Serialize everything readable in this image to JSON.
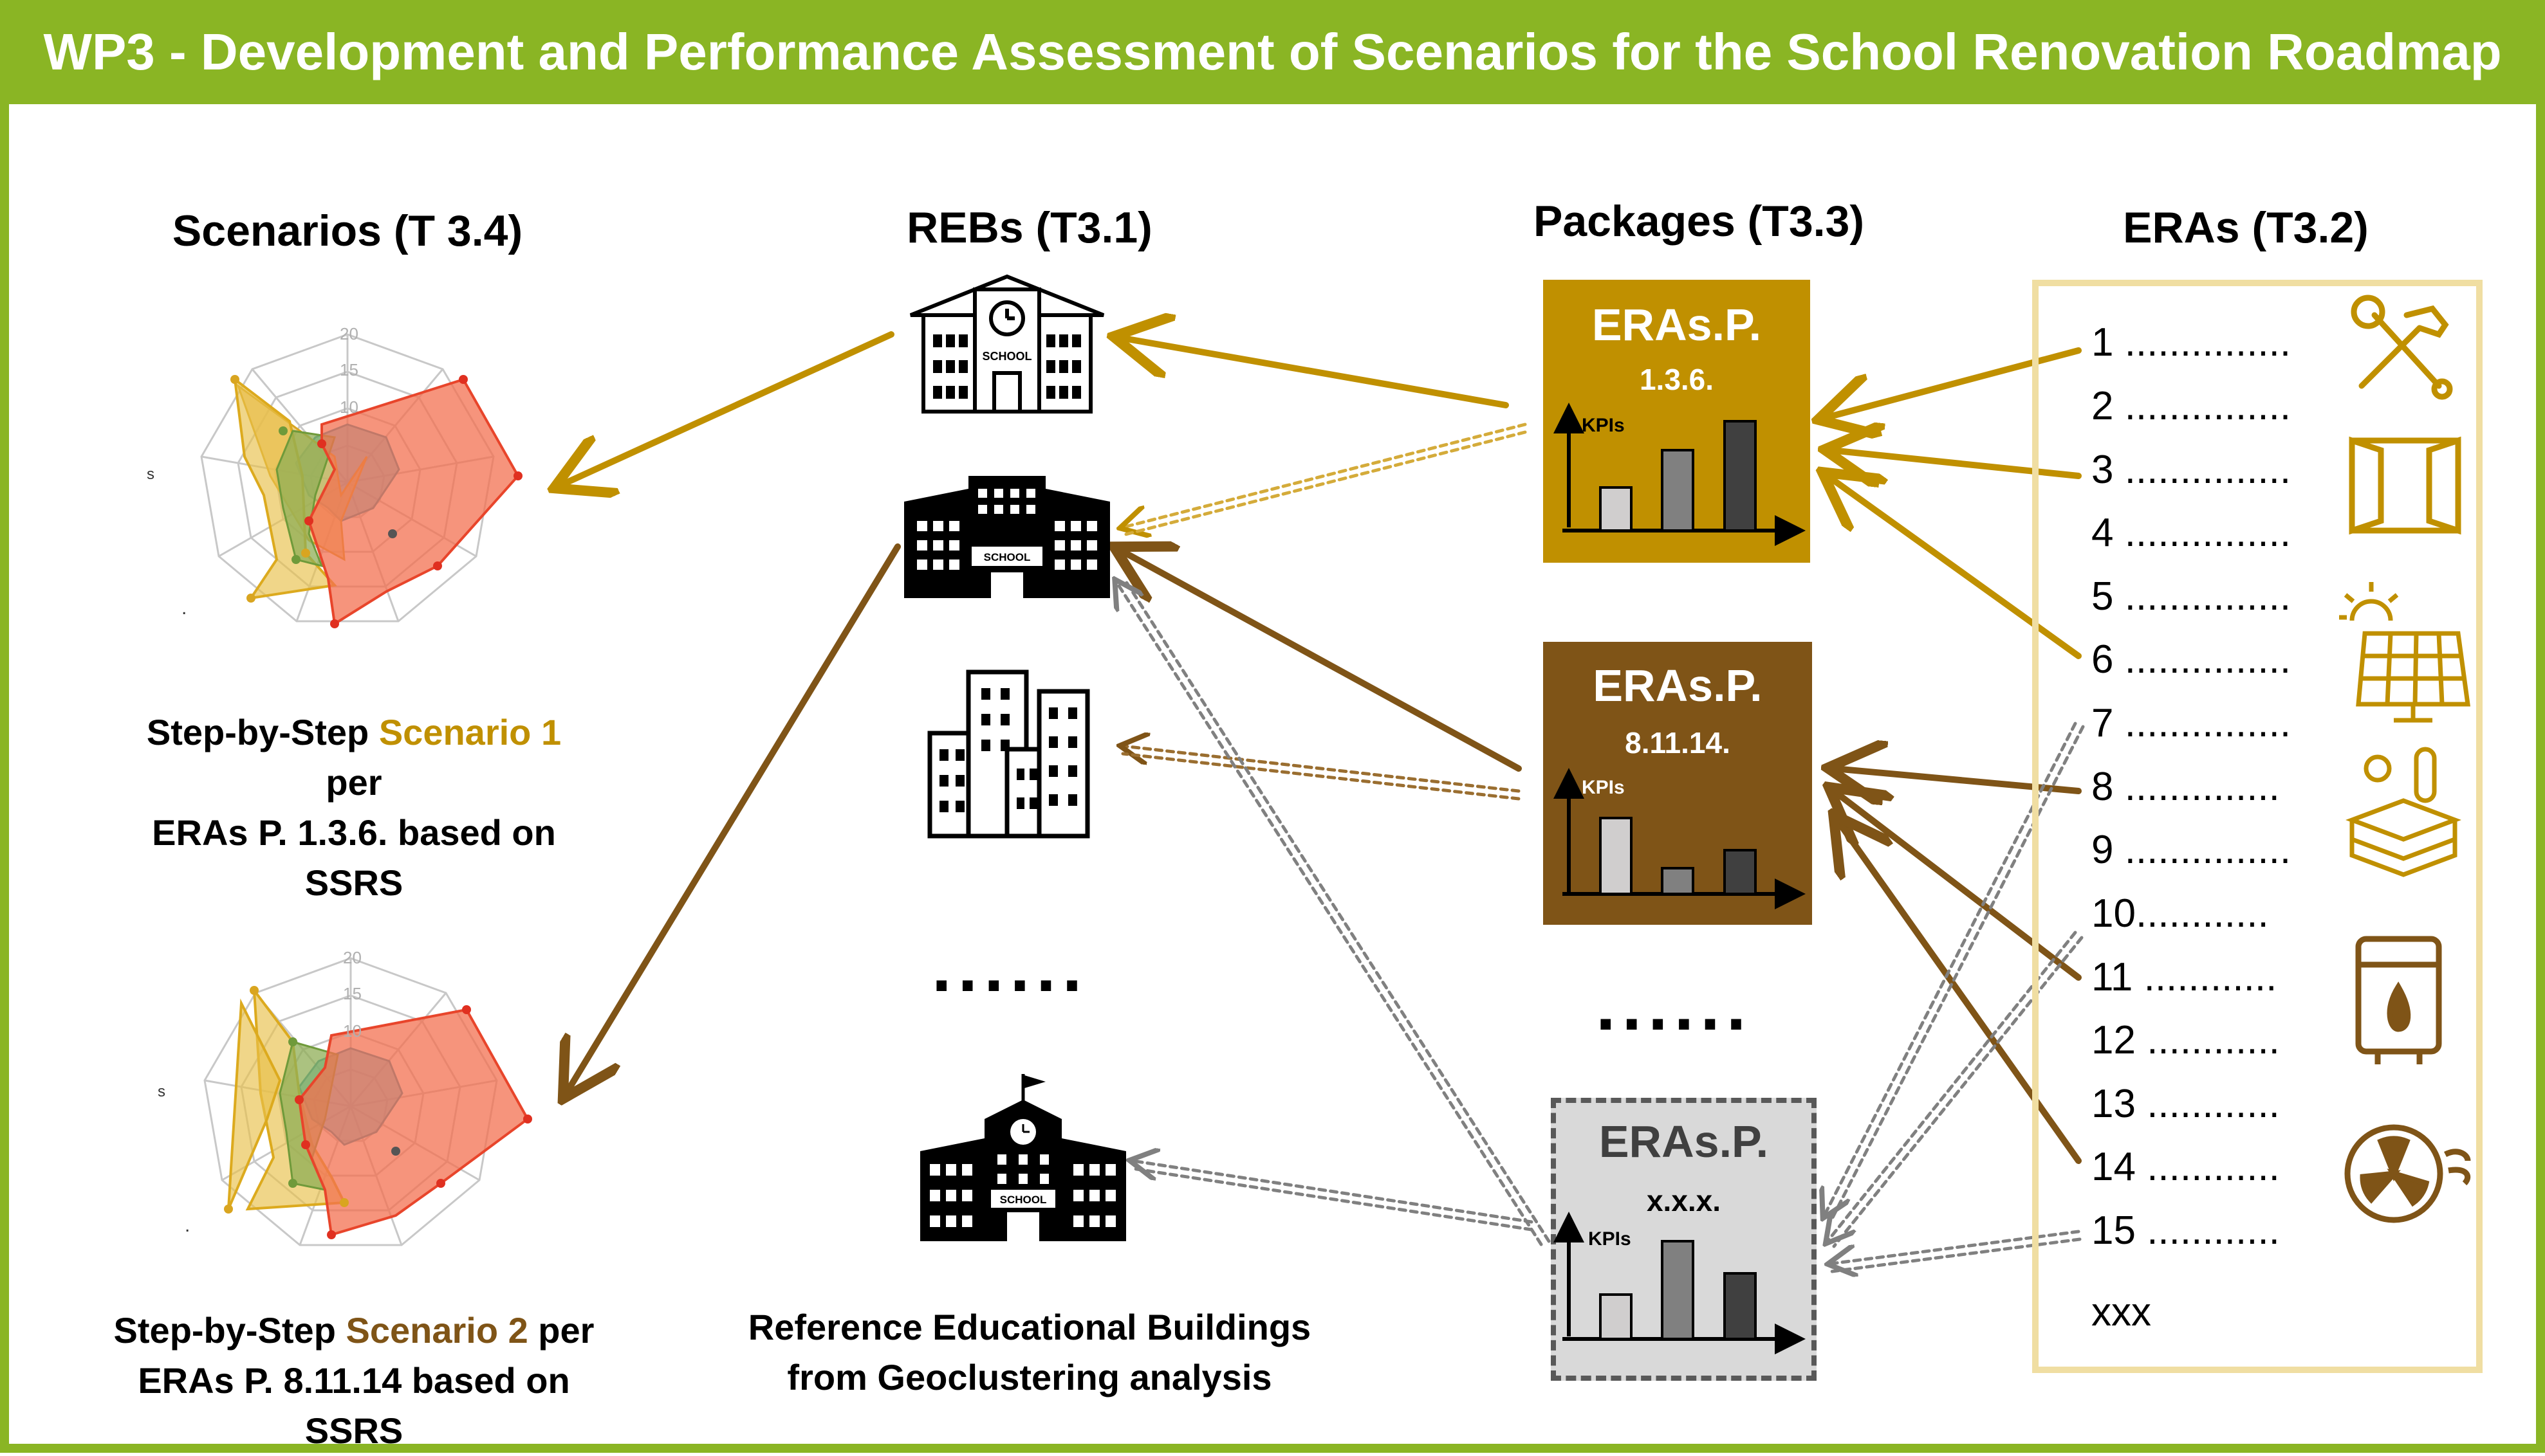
{
  "title": "WP3 - Development and Performance Assessment of Scenarios for the School Renovation Roadmap",
  "headers": {
    "scenarios": "Scenarios (T 3.4)",
    "rebs": "REBs (T3.1)",
    "packages": "Packages (T3.3)",
    "eras": "ERAs (T3.2)"
  },
  "scenario1": {
    "prefix": "Step-by-Step ",
    "highlight": "Scenario 1",
    "suffix": " per",
    "line2": "ERAs P. 1.3.6. based on SSRS"
  },
  "scenario2": {
    "prefix": "Step-by-Step ",
    "highlight": "Scenario 2",
    "suffix": " per",
    "line2": "ERAs P. 8.11.14 based on SSRS"
  },
  "radar_ticks": [
    "20",
    "15",
    "10"
  ],
  "radar_small_marks": [
    "s",
    "."
  ],
  "packages": [
    {
      "title": "ERAs.P.",
      "number": "1.3.6.",
      "kpi": "KPIs",
      "color": "#c09000"
    },
    {
      "title": "ERAs.P.",
      "number": "8.11.14.",
      "kpi": "KPIs",
      "color": "#7f5417"
    },
    {
      "title": "ERAs.P.",
      "number": "x.x.x.",
      "kpi": "KPIs",
      "color": "#d9d9d9"
    }
  ],
  "ellipsis": "......",
  "reb_caption": [
    "Reference Educational Buildings",
    "from Geoclustering analysis"
  ],
  "school_sign": "SCHOOL",
  "eras": [
    "1 ...............",
    "2 ...............",
    "3 ...............",
    "4 ...............",
    "5 ...............",
    "6 ...............",
    "7 ...............",
    "8 ..............",
    "9 ...............",
    "10............",
    "11 ............",
    "12 ............",
    "13 ............",
    "14 ............",
    "15 ............",
    "xxx"
  ],
  "icons": [
    "tools-icon",
    "window-icon",
    "solar-panel-icon",
    "insulation-icon",
    "boiler-icon",
    "ventilation-icon"
  ],
  "colors": {
    "green": "#8ab524",
    "gold": "#c09000",
    "brown": "#7f5417",
    "gray": "#808080"
  }
}
